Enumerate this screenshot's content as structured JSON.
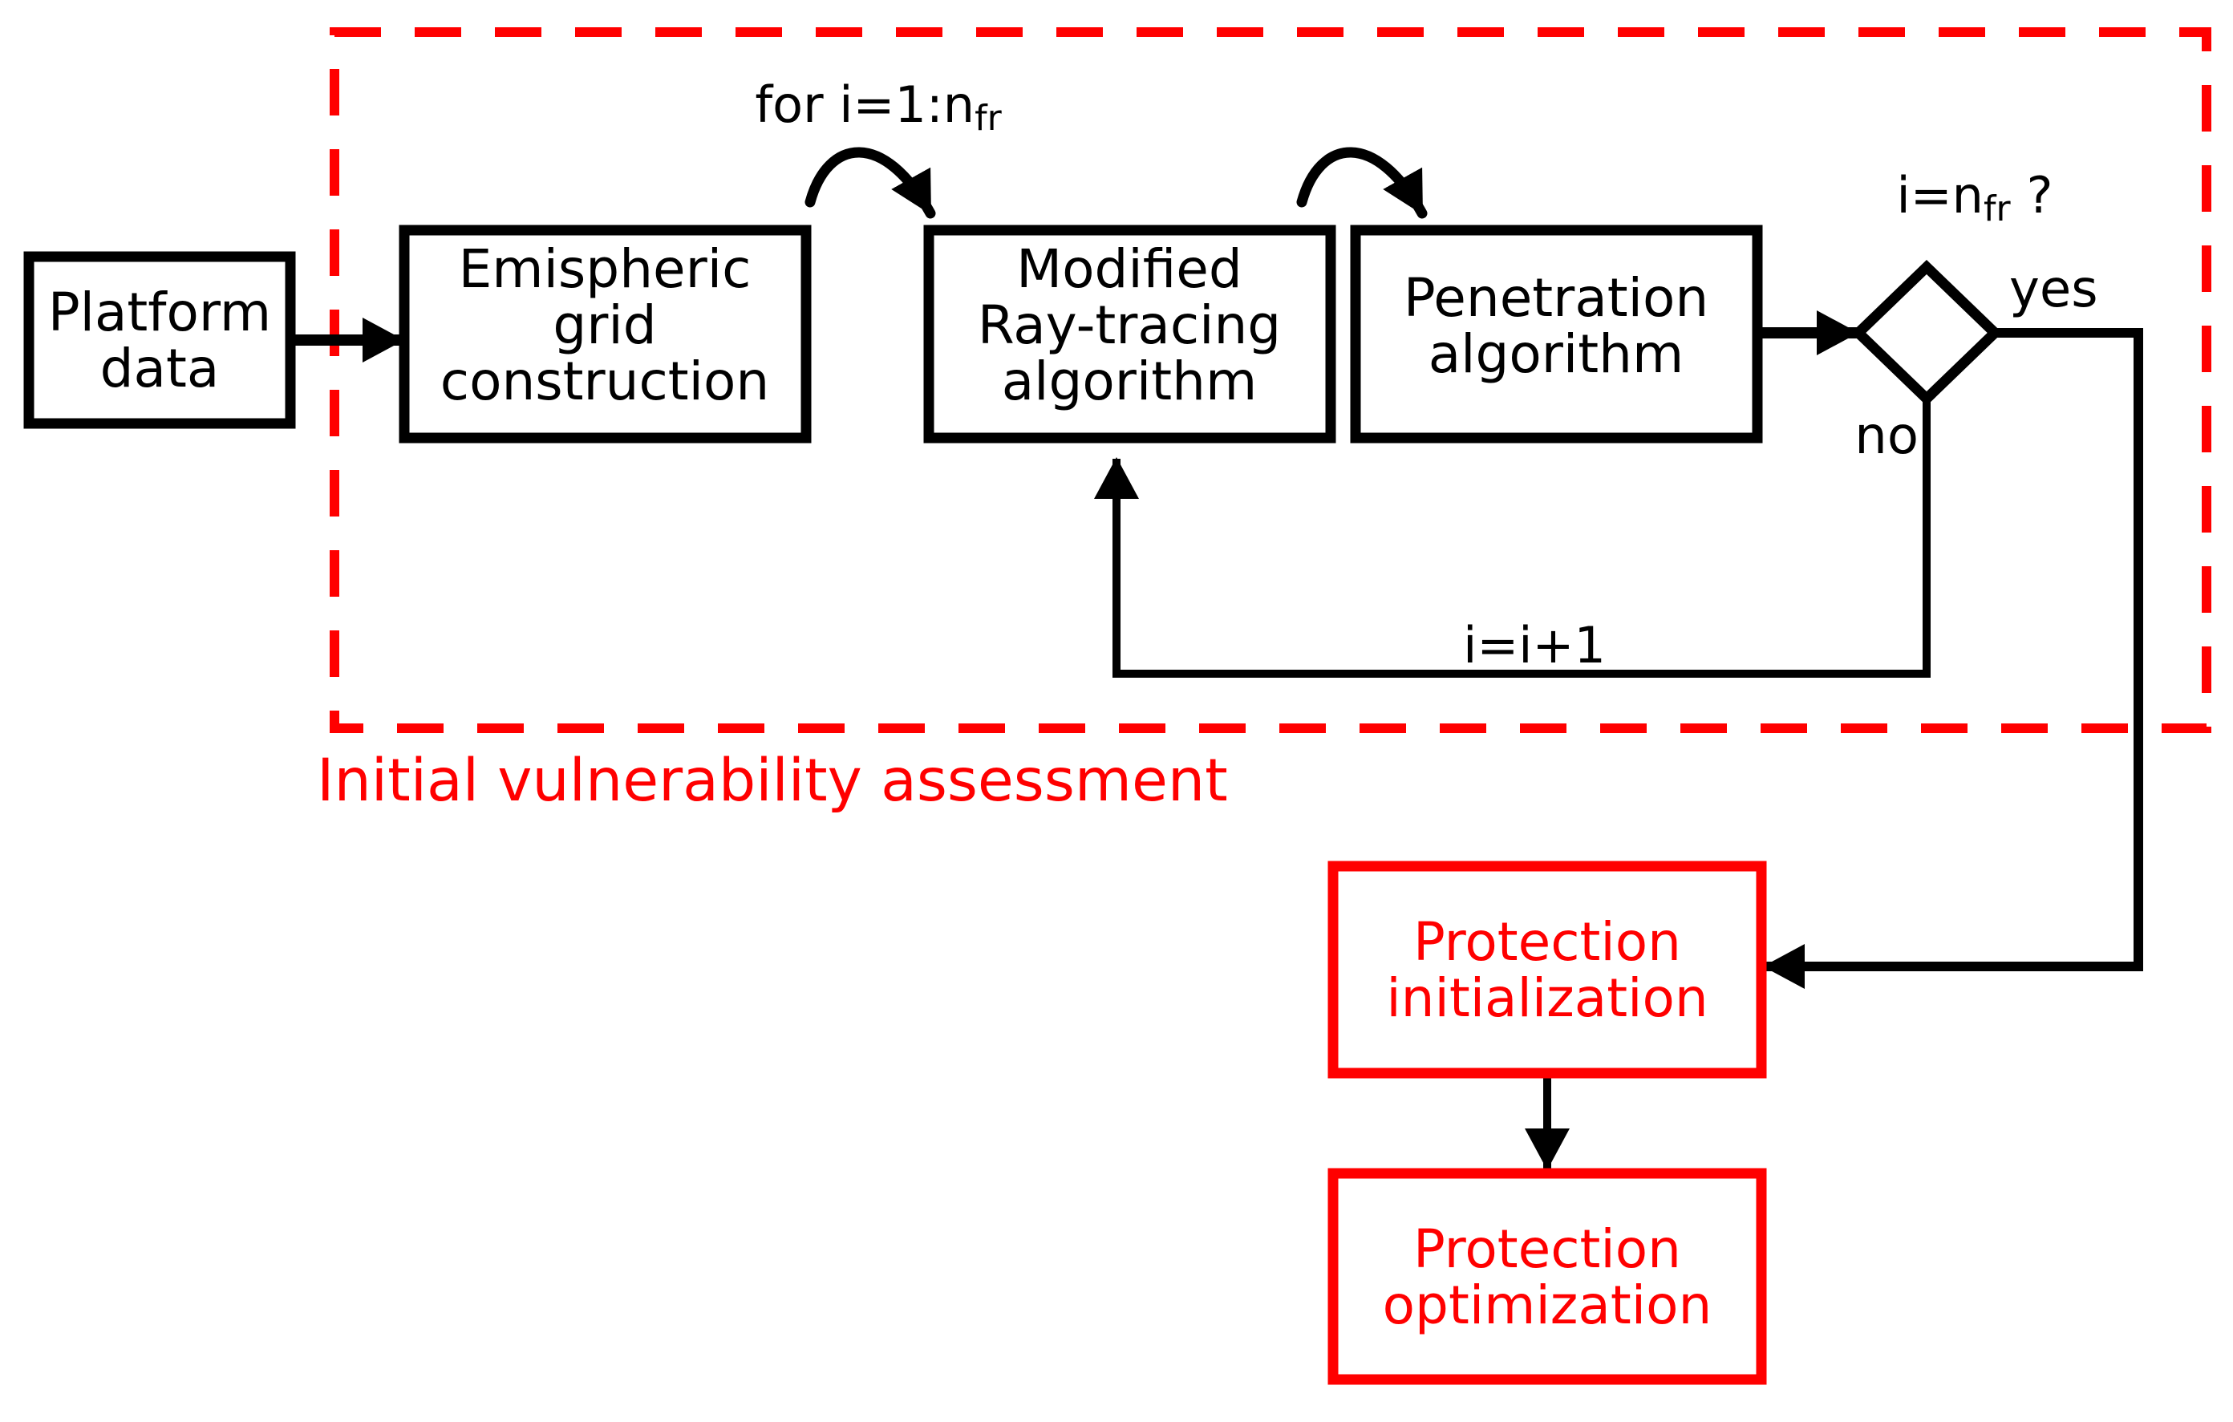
{
  "diagram": {
    "region_label": "Initial vulnerability assessment",
    "boxes": {
      "platform_data": {
        "lines": [
          "Platform",
          "data"
        ]
      },
      "emispheric_grid": {
        "lines": [
          "Emispheric",
          "grid",
          "construction"
        ]
      },
      "ray_tracing": {
        "lines": [
          "Modified",
          "Ray-tracing",
          "algorithm"
        ]
      },
      "penetration": {
        "lines": [
          "Penetration",
          "algorithm"
        ]
      },
      "protection_initialization": {
        "lines": [
          "Protection",
          "initialization"
        ]
      },
      "protection_optimization": {
        "lines": [
          "Protection",
          "optimization"
        ]
      }
    },
    "labels": {
      "for_loop": {
        "text": "for i=1:n",
        "subscript": "fr"
      },
      "iteration_check": {
        "text": "i=n",
        "subscript": "fr",
        "suffix": "?"
      },
      "yes": "yes",
      "no": "no",
      "increment": "i=i+1"
    },
    "colors": {
      "line_black": "#000000",
      "accent_red": "#ff0000",
      "background": "#ffffff"
    }
  }
}
